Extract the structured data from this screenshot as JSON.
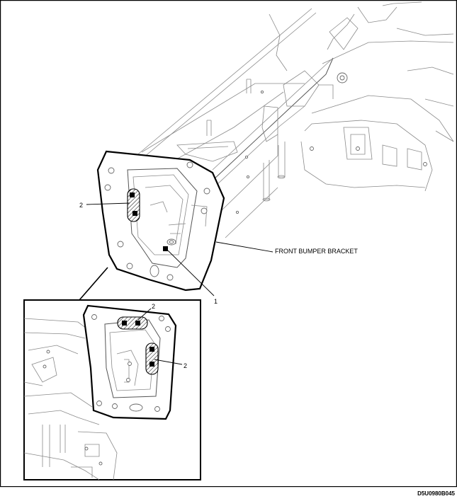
{
  "labels": {
    "front_bumper_bracket": "FRONT BUMPER BRACKET",
    "callout_1": "1",
    "callout_2_main": "2",
    "callout_2_inset_top": "2",
    "callout_2_inset_right": "2"
  },
  "figure_code": "D5U0980B045"
}
